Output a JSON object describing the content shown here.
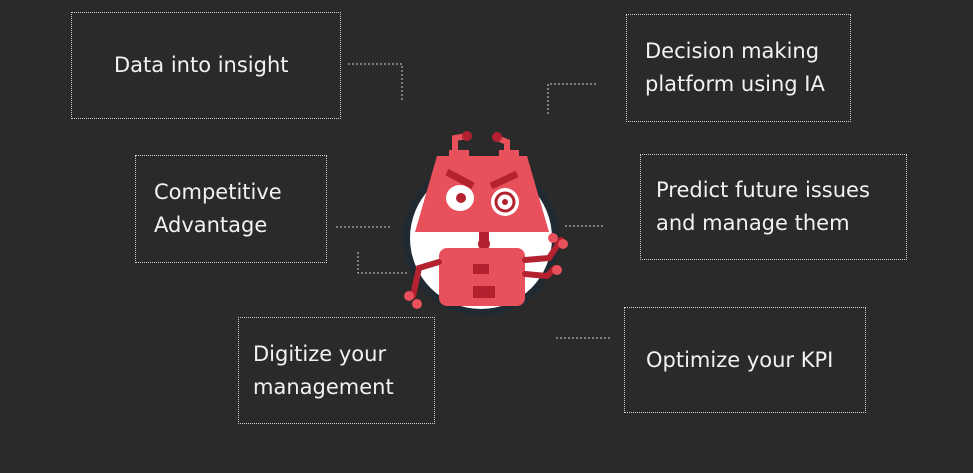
{
  "boxes": {
    "data_insight": "Data into insight",
    "decision_platform": "Decision making\nplatform using IA",
    "competitive_advantage": "Competitive\nAdvantage",
    "predict_issues": "Predict future issues\nand manage them",
    "digitize_management": "Digitize your\nmanagement",
    "optimize_kpi": "Optimize your KPI"
  },
  "colors": {
    "background": "#2a2a2a",
    "robot_red": "#e8505b",
    "robot_dark_red": "#b3222e",
    "ring_dark": "#1f2a33",
    "text": "#f2f2f2"
  },
  "icons": {
    "center": "robot-icon"
  }
}
